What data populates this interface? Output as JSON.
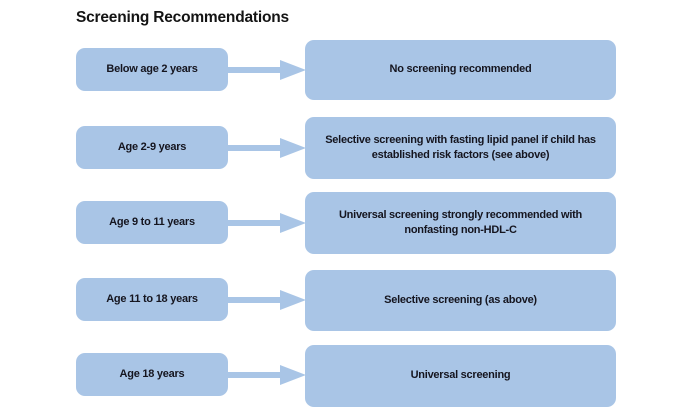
{
  "title": "Screening Recommendations",
  "colors": {
    "box_fill": "#a9c5e6",
    "arrow_fill": "#a9c5e6",
    "text": "#15151f",
    "background": "#ffffff"
  },
  "rows": [
    {
      "age": "Below age 2 years",
      "recommendation": "No screening recommended",
      "arrow": "arrow-right-icon"
    },
    {
      "age": "Age 2-9 years",
      "recommendation": "Selective screening with fasting lipid panel if child has established risk factors (see above)",
      "arrow": "arrow-right-icon"
    },
    {
      "age": "Age 9 to 11 years",
      "recommendation": "Universal screening strongly recommended with nonfasting non-HDL-C",
      "arrow": "arrow-right-icon"
    },
    {
      "age": "Age 11 to 18 years",
      "recommendation": "Selective screening (as above)",
      "arrow": "arrow-right-icon"
    },
    {
      "age": "Age 18 years",
      "recommendation": "Universal screening",
      "arrow": "arrow-right-icon"
    }
  ]
}
